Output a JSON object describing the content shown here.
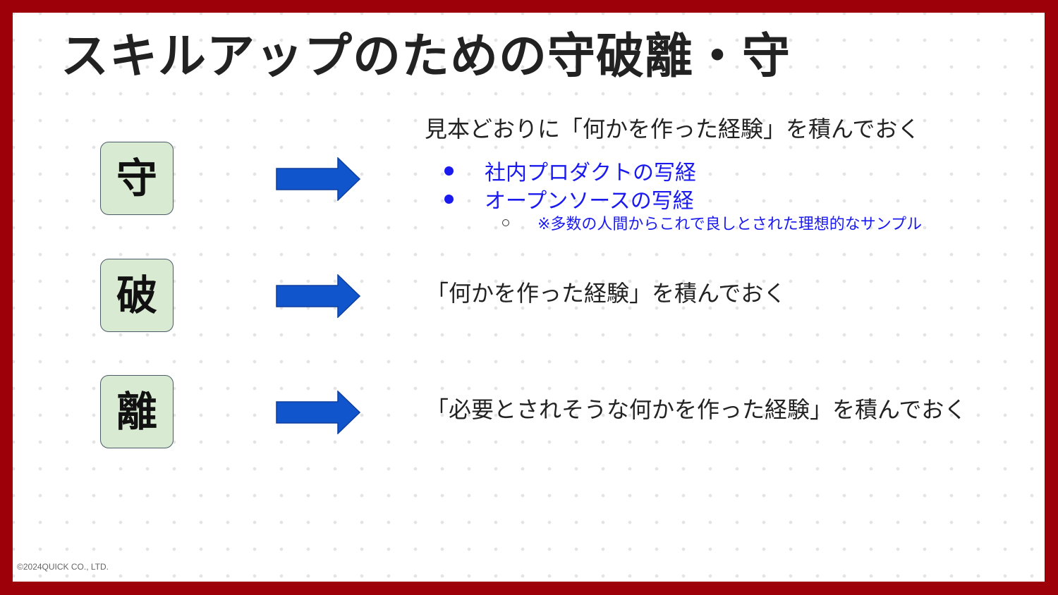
{
  "slide": {
    "title": "スキルアップのための守破離・守",
    "colors": {
      "frame": "#9d0008",
      "box_fill": "#d9ead3",
      "arrow": "#1155cc",
      "bullet_text": "#1a1aee"
    },
    "rows": [
      {
        "kanji": "守",
        "description": "見本どおりに「何かを作った経験」を積んでおく",
        "bullets": [
          "社内プロダクトの写経",
          "オープンソースの写経"
        ],
        "sub_bullet": "※多数の人間からこれで良しとされた理想的なサンプル"
      },
      {
        "kanji": "破",
        "description": "「何かを作った経験」を積んでおく"
      },
      {
        "kanji": "離",
        "description": "「必要とされそうな何かを作った経験」を積んでおく"
      }
    ],
    "footer": "©2024QUICK CO., LTD."
  }
}
